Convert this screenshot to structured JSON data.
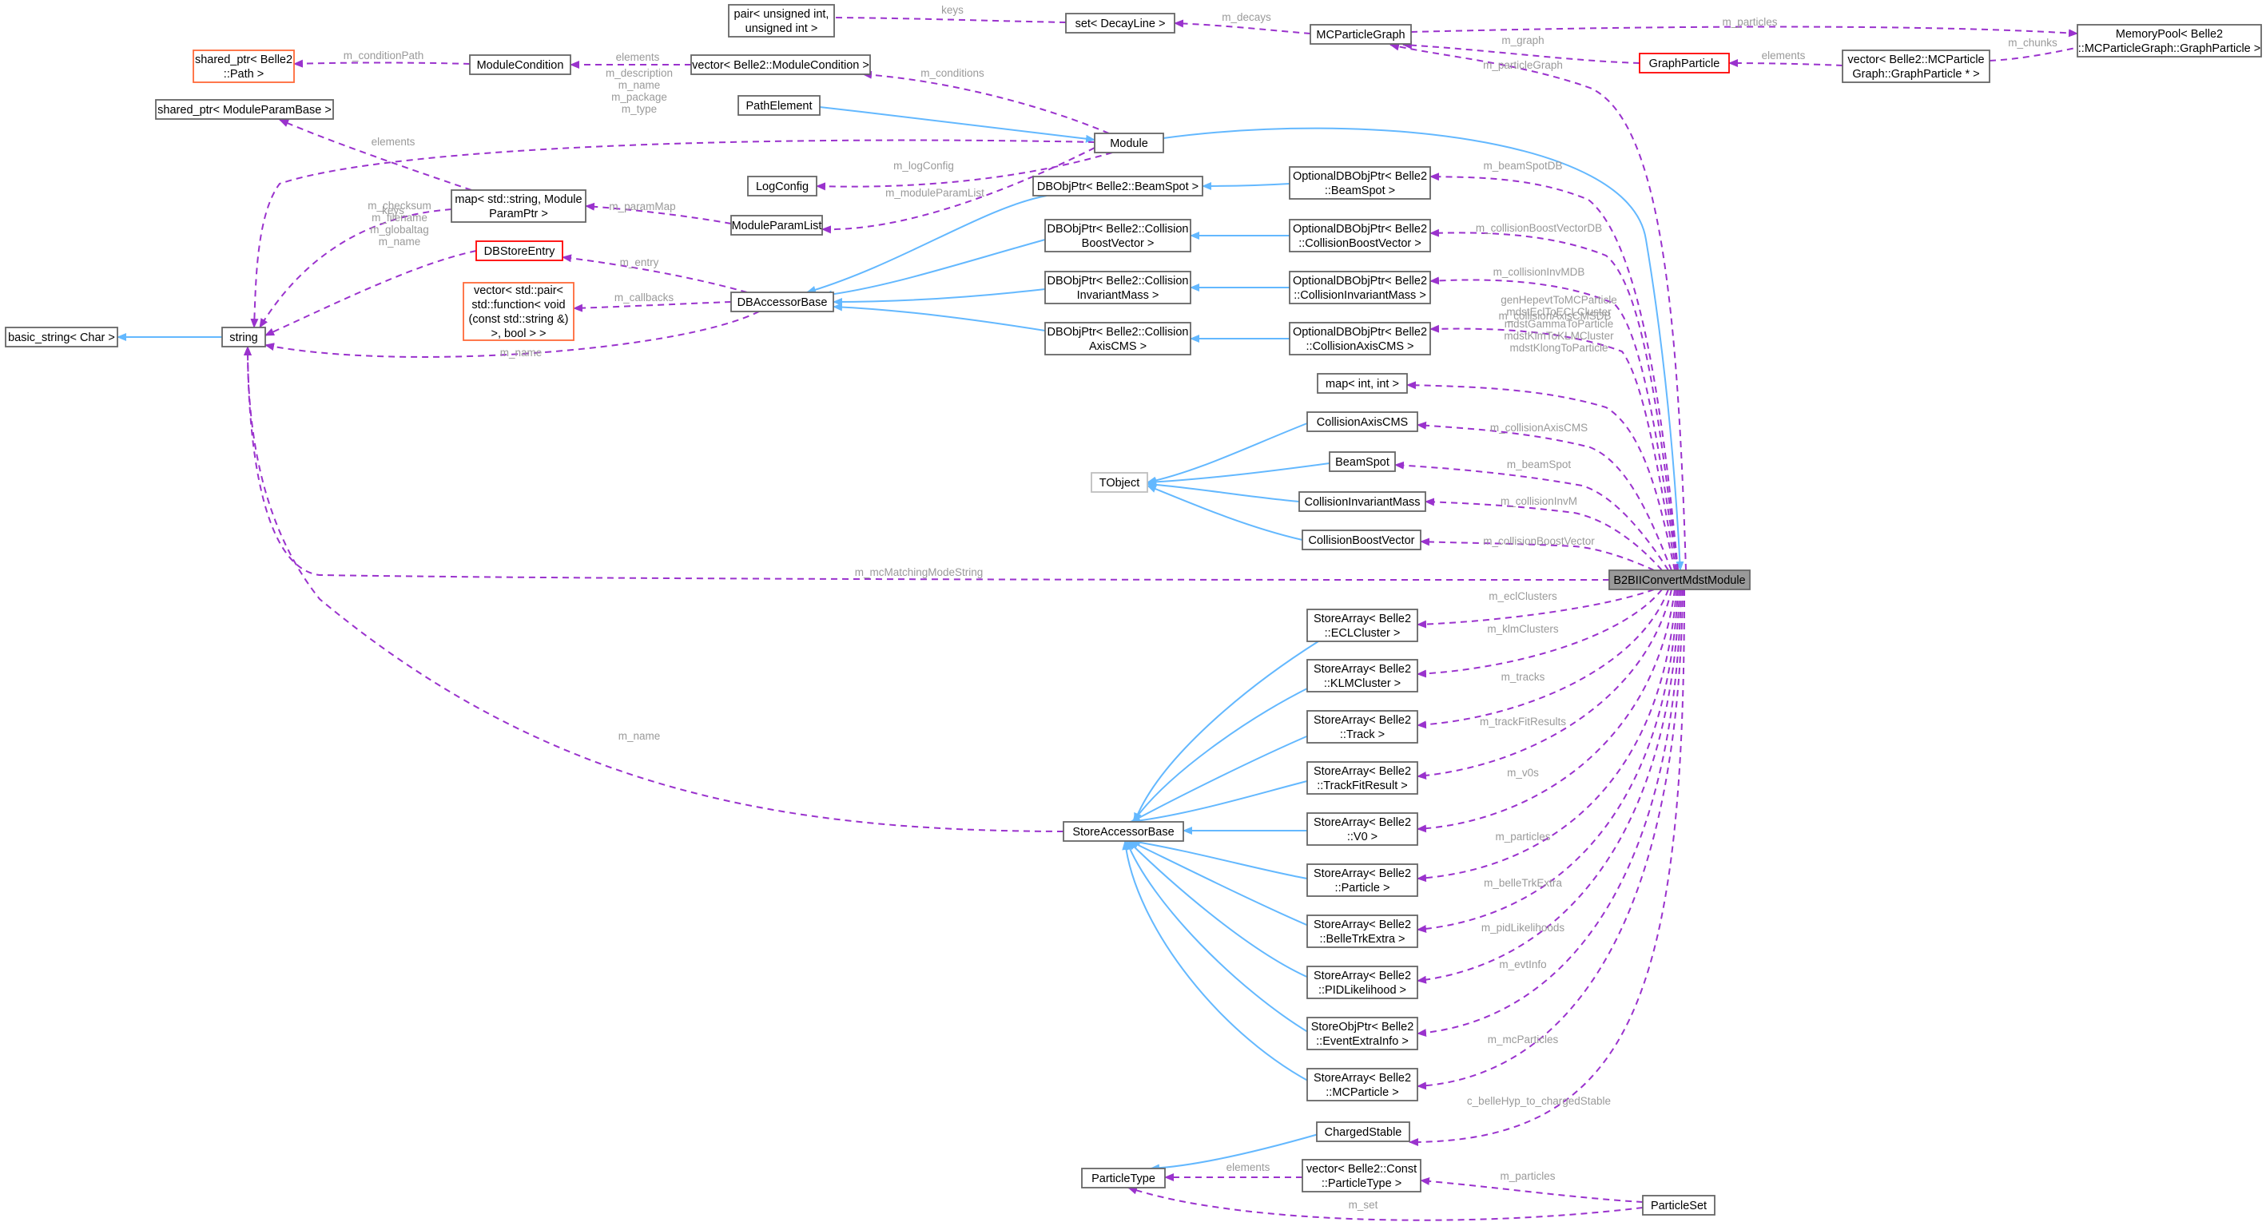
{
  "nodes": [
    {
      "id": "pair",
      "lines": [
        "pair< unsigned int,",
        "unsigned int >"
      ],
      "style": "normal"
    },
    {
      "id": "setdecay",
      "lines": [
        "set< DecayLine >"
      ],
      "style": "normal"
    },
    {
      "id": "mcpg",
      "lines": [
        "MCParticleGraph"
      ],
      "style": "normal"
    },
    {
      "id": "mempool",
      "lines": [
        "MemoryPool< Belle2",
        "::MCParticleGraph::GraphParticle >"
      ],
      "style": "normal"
    },
    {
      "id": "graphparticle",
      "lines": [
        "GraphParticle"
      ],
      "style": "red"
    },
    {
      "id": "vecgp",
      "lines": [
        "vector< Belle2::MCParticle",
        "Graph::GraphParticle * >"
      ],
      "style": "normal"
    },
    {
      "id": "sp_path",
      "lines": [
        "shared_ptr< Belle2",
        "::Path >"
      ],
      "style": "orange"
    },
    {
      "id": "modcond",
      "lines": [
        "ModuleCondition"
      ],
      "style": "normal"
    },
    {
      "id": "vecmodcond",
      "lines": [
        "vector< Belle2::ModuleCondition >"
      ],
      "style": "normal"
    },
    {
      "id": "sp_mpb",
      "lines": [
        "shared_ptr< ModuleParamBase >"
      ],
      "style": "normal"
    },
    {
      "id": "pathelem",
      "lines": [
        "PathElement"
      ],
      "style": "normal"
    },
    {
      "id": "module",
      "lines": [
        "Module"
      ],
      "style": "normal"
    },
    {
      "id": "logconfig",
      "lines": [
        "LogConfig"
      ],
      "style": "normal"
    },
    {
      "id": "mapparam",
      "lines": [
        "map< std::string, Module",
        "ParamPtr >"
      ],
      "style": "normal"
    },
    {
      "id": "modparamlist",
      "lines": [
        "ModuleParamList"
      ],
      "style": "normal"
    },
    {
      "id": "dbobj_bs",
      "lines": [
        "DBObjPtr< Belle2::BeamSpot >"
      ],
      "style": "normal"
    },
    {
      "id": "opt_bs",
      "lines": [
        "OptionalDBObjPtr< Belle2",
        "::BeamSpot >"
      ],
      "style": "normal"
    },
    {
      "id": "dbstoreentry",
      "lines": [
        "DBStoreEntry"
      ],
      "style": "red"
    },
    {
      "id": "dbobj_cbv",
      "lines": [
        "DBObjPtr< Belle2::Collision",
        "BoostVector >"
      ],
      "style": "normal"
    },
    {
      "id": "opt_cbv",
      "lines": [
        "OptionalDBObjPtr< Belle2",
        "::CollisionBoostVector >"
      ],
      "style": "normal"
    },
    {
      "id": "vecpair",
      "lines": [
        "vector< std::pair<",
        "std::function< void",
        "(const std::string &)",
        ">, bool > >"
      ],
      "style": "orange"
    },
    {
      "id": "dbobj_cim",
      "lines": [
        "DBObjPtr< Belle2::Collision",
        "InvariantMass >"
      ],
      "style": "normal"
    },
    {
      "id": "opt_cim",
      "lines": [
        "OptionalDBObjPtr< Belle2",
        "::CollisionInvariantMass >"
      ],
      "style": "normal"
    },
    {
      "id": "dbaccessor",
      "lines": [
        "DBAccessorBase"
      ],
      "style": "normal"
    },
    {
      "id": "basicstring",
      "lines": [
        "basic_string< Char >"
      ],
      "style": "normal"
    },
    {
      "id": "string",
      "lines": [
        "string"
      ],
      "style": "normal"
    },
    {
      "id": "dbobj_cac",
      "lines": [
        "DBObjPtr< Belle2::Collision",
        "AxisCMS >"
      ],
      "style": "normal"
    },
    {
      "id": "opt_cac",
      "lines": [
        "OptionalDBObjPtr< Belle2",
        "::CollisionAxisCMS >"
      ],
      "style": "normal"
    },
    {
      "id": "mapint",
      "lines": [
        "map< int, int >"
      ],
      "style": "normal"
    },
    {
      "id": "collaxis",
      "lines": [
        "CollisionAxisCMS"
      ],
      "style": "normal"
    },
    {
      "id": "beamspot",
      "lines": [
        "BeamSpot"
      ],
      "style": "normal"
    },
    {
      "id": "tobject",
      "lines": [
        "TObject"
      ],
      "style": "gray"
    },
    {
      "id": "collinv",
      "lines": [
        "CollisionInvariantMass"
      ],
      "style": "normal"
    },
    {
      "id": "collboost",
      "lines": [
        "CollisionBoostVector"
      ],
      "style": "normal"
    },
    {
      "id": "b2bii",
      "lines": [
        "B2BIIConvertMdstModule"
      ],
      "style": "focus"
    },
    {
      "id": "sa_ecl",
      "lines": [
        "StoreArray< Belle2",
        "::ECLCluster >"
      ],
      "style": "normal"
    },
    {
      "id": "sa_klm",
      "lines": [
        "StoreArray< Belle2",
        "::KLMCluster >"
      ],
      "style": "normal"
    },
    {
      "id": "sa_track",
      "lines": [
        "StoreArray< Belle2",
        "::Track >"
      ],
      "style": "normal"
    },
    {
      "id": "sa_tfr",
      "lines": [
        "StoreArray< Belle2",
        "::TrackFitResult >"
      ],
      "style": "normal"
    },
    {
      "id": "storeaccessor",
      "lines": [
        "StoreAccessorBase"
      ],
      "style": "normal"
    },
    {
      "id": "sa_v0",
      "lines": [
        "StoreArray< Belle2",
        "::V0 >"
      ],
      "style": "normal"
    },
    {
      "id": "sa_particle",
      "lines": [
        "StoreArray< Belle2",
        "::Particle >"
      ],
      "style": "normal"
    },
    {
      "id": "sa_bte",
      "lines": [
        "StoreArray< Belle2",
        "::BelleTrkExtra >"
      ],
      "style": "normal"
    },
    {
      "id": "sa_pid",
      "lines": [
        "StoreArray< Belle2",
        "::PIDLikelihood >"
      ],
      "style": "normal"
    },
    {
      "id": "so_eei",
      "lines": [
        "StoreObjPtr< Belle2",
        "::EventExtraInfo >"
      ],
      "style": "normal"
    },
    {
      "id": "sa_mcp",
      "lines": [
        "StoreArray< Belle2",
        "::MCParticle >"
      ],
      "style": "normal"
    },
    {
      "id": "chargedstable",
      "lines": [
        "ChargedStable"
      ],
      "style": "normal"
    },
    {
      "id": "particletype",
      "lines": [
        "ParticleType"
      ],
      "style": "normal"
    },
    {
      "id": "vecconst",
      "lines": [
        "vector< Belle2::Const",
        "::ParticleType >"
      ],
      "style": "normal"
    },
    {
      "id": "particleset",
      "lines": [
        "ParticleSet"
      ],
      "style": "normal"
    }
  ],
  "edges": [
    {
      "id": "e_pair_set",
      "type": "member",
      "label": [
        "keys"
      ]
    },
    {
      "id": "e_set_mcpg",
      "type": "member",
      "label": [
        "m_decays"
      ]
    },
    {
      "id": "e_mcpg_mempool",
      "type": "member",
      "label": [
        "m_particles"
      ]
    },
    {
      "id": "e_vecgp_mempool",
      "type": "member",
      "label": [
        "m_chunks"
      ]
    },
    {
      "id": "e_gp_mcpg",
      "type": "member",
      "label": [
        "m_graph"
      ]
    },
    {
      "id": "e_vecgp_gp",
      "type": "member",
      "label": [
        "elements"
      ]
    },
    {
      "id": "e_modcond_sppath",
      "type": "member",
      "label": [
        "m_conditionPath"
      ]
    },
    {
      "id": "e_vecmc_modcond",
      "type": "member",
      "label": [
        "elements"
      ]
    },
    {
      "id": "e_module_vecmc",
      "type": "member",
      "label": [
        "m_conditions"
      ]
    },
    {
      "id": "e_pathelem_module",
      "type": "inherit",
      "label": []
    },
    {
      "id": "e_module_b2bii",
      "type": "inherit",
      "label": []
    },
    {
      "id": "e_module_logconfig",
      "type": "member",
      "label": [
        "m_logConfig"
      ]
    },
    {
      "id": "e_module_mpl",
      "type": "member",
      "label": [
        "m_moduleParamList"
      ]
    },
    {
      "id": "e_module_string",
      "type": "member",
      "label": [
        "m_description",
        "m_name",
        "m_package",
        "m_type"
      ]
    },
    {
      "id": "e_mapparam_spmpb",
      "type": "member",
      "label": [
        "elements"
      ]
    },
    {
      "id": "e_mapparam_string",
      "type": "member",
      "label": [
        "keys"
      ]
    },
    {
      "id": "e_mpl_mapparam",
      "type": "member",
      "label": [
        "m_paramMap"
      ]
    },
    {
      "id": "e_dbaccessor_dbse",
      "type": "member",
      "label": [
        "m_entry"
      ]
    },
    {
      "id": "e_dbaccessor_vecpair",
      "type": "member",
      "label": [
        "m_callbacks"
      ]
    },
    {
      "id": "e_dbaccessor_string",
      "type": "member",
      "label": [
        "m_name"
      ]
    },
    {
      "id": "e_dbse_string",
      "type": "member",
      "label": [
        "m_checksum",
        "m_filename",
        "m_globaltag",
        "m_name"
      ]
    },
    {
      "id": "e_dbbs_dbaccessor",
      "type": "inherit",
      "label": []
    },
    {
      "id": "e_dbcbv_dbaccessor",
      "type": "inherit",
      "label": []
    },
    {
      "id": "e_dbcim_dbaccessor",
      "type": "inherit",
      "label": []
    },
    {
      "id": "e_dbcac_dbaccessor",
      "type": "inherit",
      "label": []
    },
    {
      "id": "e_optbs_dbbs",
      "type": "inherit",
      "label": []
    },
    {
      "id": "e_optcbv_dbcbv",
      "type": "inherit",
      "label": []
    },
    {
      "id": "e_optcim_dbcim",
      "type": "inherit",
      "label": []
    },
    {
      "id": "e_optcac_dbcac",
      "type": "inherit",
      "label": []
    },
    {
      "id": "e_string_basicstring",
      "type": "inherit",
      "label": []
    },
    {
      "id": "e_b2bii_mcpg",
      "type": "member",
      "label": [
        "m_particleGraph"
      ]
    },
    {
      "id": "e_b2bii_optbs",
      "type": "member",
      "label": [
        "m_beamSpotDB"
      ]
    },
    {
      "id": "e_b2bii_optcbv",
      "type": "member",
      "label": [
        "m_collisionBoostVectorDB"
      ]
    },
    {
      "id": "e_b2bii_optcim",
      "type": "member",
      "label": [
        "m_collisionInvMDB"
      ]
    },
    {
      "id": "e_b2bii_optcac",
      "type": "member",
      "label": [
        "m_collisionAxisCMSDB"
      ]
    },
    {
      "id": "e_b2bii_mapint",
      "type": "member",
      "label": [
        "genHepevtToMCParticle",
        "mdstEclToECLCluster",
        "mdstGammaToParticle",
        "mdstKlmToKLMCluster",
        "mdstKlongToParticle"
      ]
    },
    {
      "id": "e_b2bii_collaxis",
      "type": "member",
      "label": [
        "m_collisionAxisCMS"
      ]
    },
    {
      "id": "e_b2bii_beamspot",
      "type": "member",
      "label": [
        "m_beamSpot"
      ]
    },
    {
      "id": "e_b2bii_collinv",
      "type": "member",
      "label": [
        "m_collisionInvM"
      ]
    },
    {
      "id": "e_b2bii_collboost",
      "type": "member",
      "label": [
        "m_collisionBoostVector"
      ]
    },
    {
      "id": "e_b2bii_string",
      "type": "member",
      "label": [
        "m_mcMatchingModeString"
      ]
    },
    {
      "id": "e_b2bii_saecl",
      "type": "member",
      "label": [
        "m_eclClusters"
      ]
    },
    {
      "id": "e_b2bii_saklm",
      "type": "member",
      "label": [
        "m_klmClusters"
      ]
    },
    {
      "id": "e_b2bii_satrack",
      "type": "member",
      "label": [
        "m_tracks"
      ]
    },
    {
      "id": "e_b2bii_satfr",
      "type": "member",
      "label": [
        "m_trackFitResults"
      ]
    },
    {
      "id": "e_b2bii_sav0",
      "type": "member",
      "label": [
        "m_v0s"
      ]
    },
    {
      "id": "e_b2bii_saparticle",
      "type": "member",
      "label": [
        "m_particles"
      ]
    },
    {
      "id": "e_b2bii_sabte",
      "type": "member",
      "label": [
        "m_belleTrkExtra"
      ]
    },
    {
      "id": "e_b2bii_sapid",
      "type": "member",
      "label": [
        "m_pidLikelihoods"
      ]
    },
    {
      "id": "e_b2bii_soeei",
      "type": "member",
      "label": [
        "m_evtInfo"
      ]
    },
    {
      "id": "e_b2bii_samcp",
      "type": "member",
      "label": [
        "m_mcParticles"
      ]
    },
    {
      "id": "e_b2bii_cs",
      "type": "member",
      "label": [
        "c_belleHyp_to_chargedStable"
      ]
    },
    {
      "id": "e_collaxis_tobject",
      "type": "inherit",
      "label": []
    },
    {
      "id": "e_beamspot_tobject",
      "type": "inherit",
      "label": []
    },
    {
      "id": "e_collinv_tobject",
      "type": "inherit",
      "label": []
    },
    {
      "id": "e_collboost_tobject",
      "type": "inherit",
      "label": []
    },
    {
      "id": "e_saecl_sab",
      "type": "inherit",
      "label": []
    },
    {
      "id": "e_saklm_sab",
      "type": "inherit",
      "label": []
    },
    {
      "id": "e_satrack_sab",
      "type": "inherit",
      "label": []
    },
    {
      "id": "e_satfr_sab",
      "type": "inherit",
      "label": []
    },
    {
      "id": "e_sav0_sab",
      "type": "inherit",
      "label": []
    },
    {
      "id": "e_saparticle_sab",
      "type": "inherit",
      "label": []
    },
    {
      "id": "e_sabte_sab",
      "type": "inherit",
      "label": []
    },
    {
      "id": "e_sapid_sab",
      "type": "inherit",
      "label": []
    },
    {
      "id": "e_soeei_sab",
      "type": "inherit",
      "label": []
    },
    {
      "id": "e_samcp_sab",
      "type": "inherit",
      "label": []
    },
    {
      "id": "e_sab_string",
      "type": "member",
      "label": [
        "m_name"
      ]
    },
    {
      "id": "e_cs_pt",
      "type": "inherit",
      "label": []
    },
    {
      "id": "e_vecconst_pt",
      "type": "member",
      "label": [
        "elements"
      ]
    },
    {
      "id": "e_ps_vecconst",
      "type": "member",
      "label": [
        "m_particles"
      ]
    },
    {
      "id": "e_ps_pt",
      "type": "member",
      "label": [
        "m_set"
      ]
    }
  ]
}
